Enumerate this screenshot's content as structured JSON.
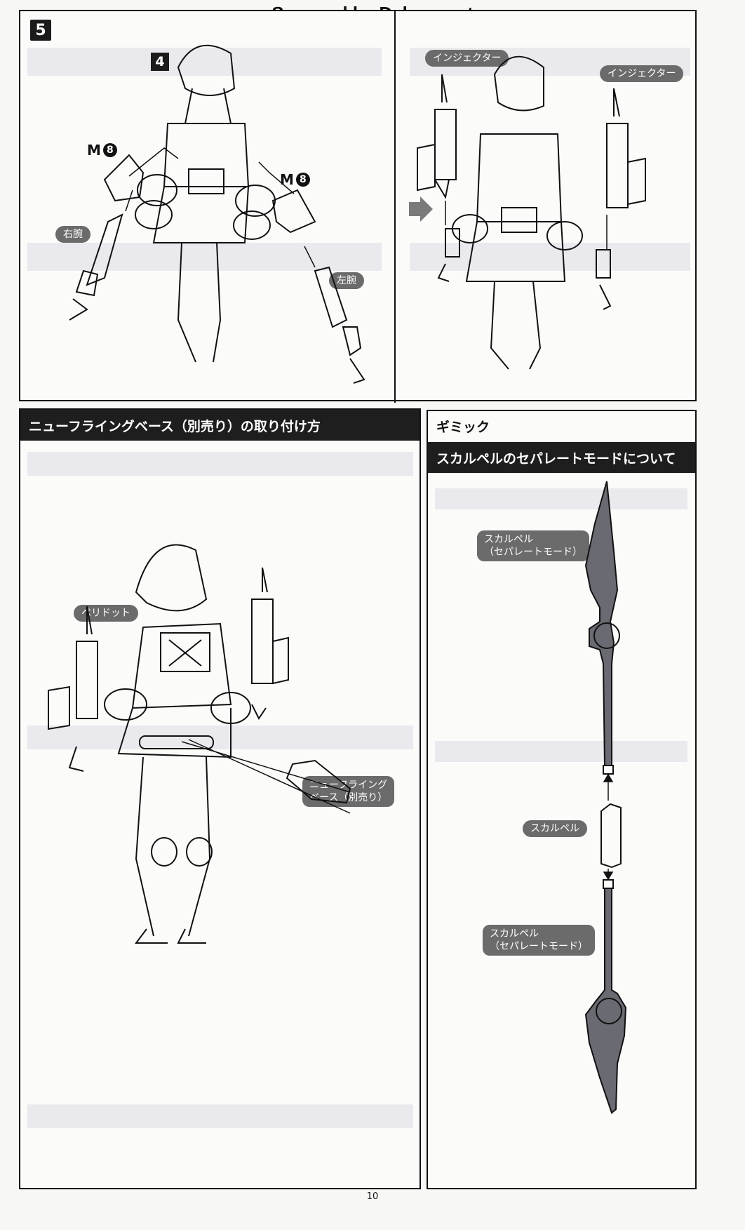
{
  "watermark": "Scanned by Dalong.net",
  "step5": {
    "step_number": "5",
    "sub_step": "4",
    "m_label_left": "M",
    "m_num_left": "8",
    "m_label_right": "M",
    "m_num_right": "8",
    "right_arm": "右腕",
    "left_arm": "左腕",
    "injector_left": "インジェクター",
    "injector_right": "インジェクター"
  },
  "base_section": {
    "title": "ニューフライングベース（別売り）の取り付け方",
    "peridot_label": "ペリドット",
    "base_label_line1": "ニューフライング",
    "base_label_line2": "ベース（別売り）"
  },
  "gimmick_section": {
    "title": "ギミック",
    "subtitle": "スカルペルのセパレートモードについて",
    "label_top_line1": "スカルペル",
    "label_top_line2": "（セパレートモード）",
    "label_middle": "スカルペル",
    "label_bottom_line1": "スカルペル",
    "label_bottom_line2": "（セパレートモード）"
  },
  "page_number": "10",
  "icons": [
    "arrow-right-icon"
  ],
  "colors": {
    "header": "#1e1e1e",
    "label_pill": "#6b6b6b",
    "blade": "#6a6a72"
  }
}
